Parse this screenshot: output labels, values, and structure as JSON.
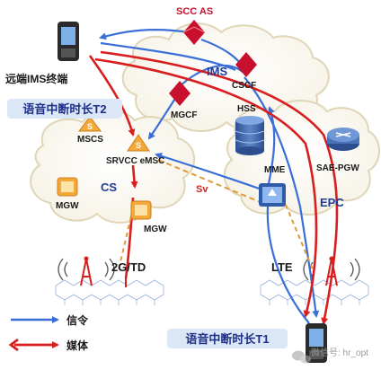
{
  "nodes": {
    "scc_as": "SCC AS",
    "ims": "IMS",
    "cscf": "CSCF",
    "hss": "HSS",
    "mgcf": "MGCF",
    "mscs": "MSCS",
    "srvcc_emsc": "SRVCC eMSC",
    "cs": "CS",
    "mgw1": "MGW",
    "mgw2": "MGW",
    "sv": "Sv",
    "mme": "MME",
    "sae_pgw": "SAE-PGW",
    "epc": "EPC",
    "remote_ims": "远端IMS终端",
    "access_2g": "2G/TD",
    "access_lte": "LTE"
  },
  "callouts": {
    "t2": "语音中断时长T2",
    "t1": "语音中断时长T1"
  },
  "legend": {
    "signaling": "信令",
    "media": "媒体"
  },
  "watermark": "微信号: hr_opt",
  "colors": {
    "signaling": "#3a6fd8",
    "media": "#d81e1e",
    "callout_bg": "#dbe7f6",
    "callout_text": "#1e2f8a",
    "label_blue": "#1f3c9a",
    "cloud_stroke": "#e0d6b6"
  }
}
